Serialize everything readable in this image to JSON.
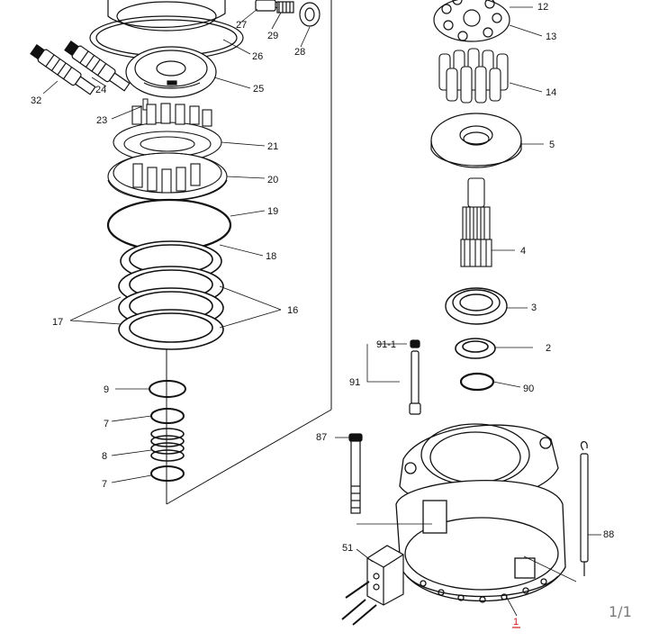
{
  "viewer": {
    "page_counter": "1/1"
  },
  "diagram": {
    "left_assembly_labels": [
      "32",
      "24",
      "27",
      "29",
      "28",
      "26",
      "25",
      "23",
      "21",
      "20",
      "19",
      "18",
      "17",
      "16",
      "9",
      "7",
      "8",
      "7"
    ],
    "right_assembly_labels": [
      "12",
      "13",
      "14",
      "5",
      "4",
      "3",
      "2",
      "90",
      "91-1",
      "91",
      "87",
      "88",
      "51",
      "1"
    ],
    "highlighted_label": "1",
    "highlight_color": "#d21a1a"
  }
}
